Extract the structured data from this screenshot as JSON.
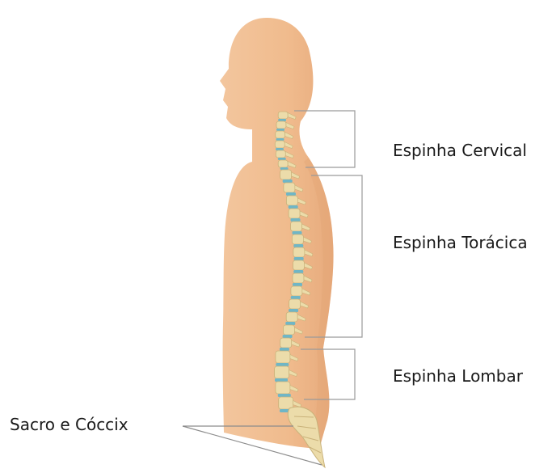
{
  "labels": {
    "cervical": "Espinha Cervical",
    "thoracic": "Espinha Torácica",
    "lumbar": "Espinha Lombar",
    "sacrum": "Sacro e Cóccix"
  },
  "colors": {
    "skin": "#f2c095",
    "skin_shadow": "#e5a676",
    "bone": "#ecdcaa",
    "bone_outline": "#c9b27a",
    "disc": "#6fb6c6",
    "bracket": "#9a9a9a"
  }
}
